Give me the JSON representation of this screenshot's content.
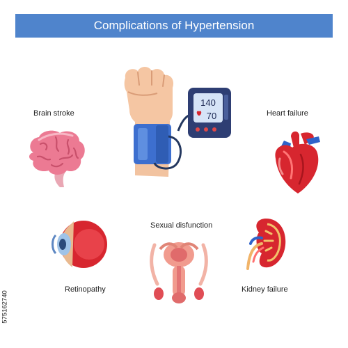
{
  "title": "Complications of Hypertension",
  "labels": {
    "brain": "Brain stroke",
    "heart": "Heart failure",
    "sexual": "Sexual disfunction",
    "retina": "Retinopathy",
    "kidney": "Kidney failure"
  },
  "monitor": {
    "systolic": "140",
    "diastolic": "70"
  },
  "stock_id": "575162740",
  "colors": {
    "banner": "#4f84cc",
    "cuff": "#3d6fcf",
    "organ_red": "#d7262f",
    "brain_pink": "#ec7a93"
  }
}
